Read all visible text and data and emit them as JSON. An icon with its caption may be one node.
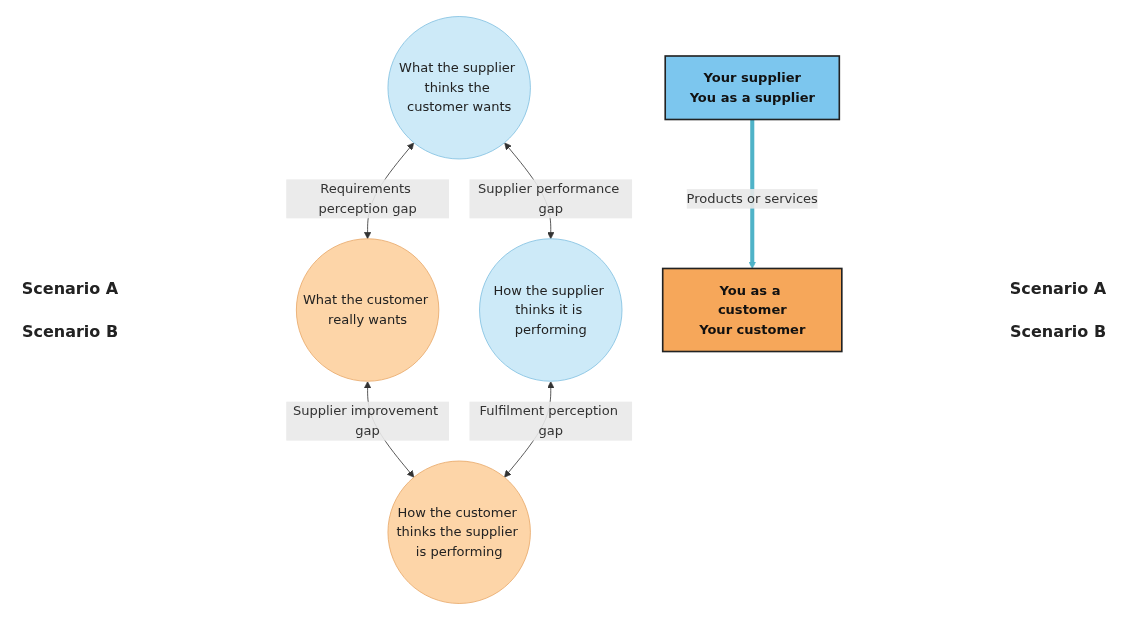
{
  "diagram": {
    "nodes": [
      {
        "text": [
          "What the supplier thinks the customer wants"
        ]
      },
      {
        "text": [
          "What the customer really wants"
        ]
      },
      {
        "text": [
          "Your supplier",
          "You as a supplier"
        ]
      },
      {
        "text": [
          "You as a customer",
          "Your customer"
        ]
      },
      {
        "text": [
          "How the supplier thinks it is performing"
        ]
      },
      {
        "text": [
          "How the customer thinks the supplier is performing"
        ]
      }
    ],
    "edges": [
      {
        "from": 0,
        "to": 1,
        "arrow": "both",
        "label": "Requirements perception gap"
      },
      {
        "from": 2,
        "to": 3,
        "arrow": "to",
        "label": "Products or services",
        "style": "thick",
        "color": "#4fb3c8"
      },
      {
        "from": 0,
        "to": 4,
        "arrow": "both",
        "label": "Supplier performance gap"
      },
      {
        "from": 1,
        "to": 5,
        "arrow": "both",
        "label": "Supplier improvement gap"
      },
      {
        "from": 4,
        "to": 5,
        "arrow": "both",
        "label": "Fulfilment perception gap"
      }
    ],
    "labels": [
      "Scenario A",
      "Scenario A",
      "Scenario B",
      "Scenario B"
    ]
  }
}
